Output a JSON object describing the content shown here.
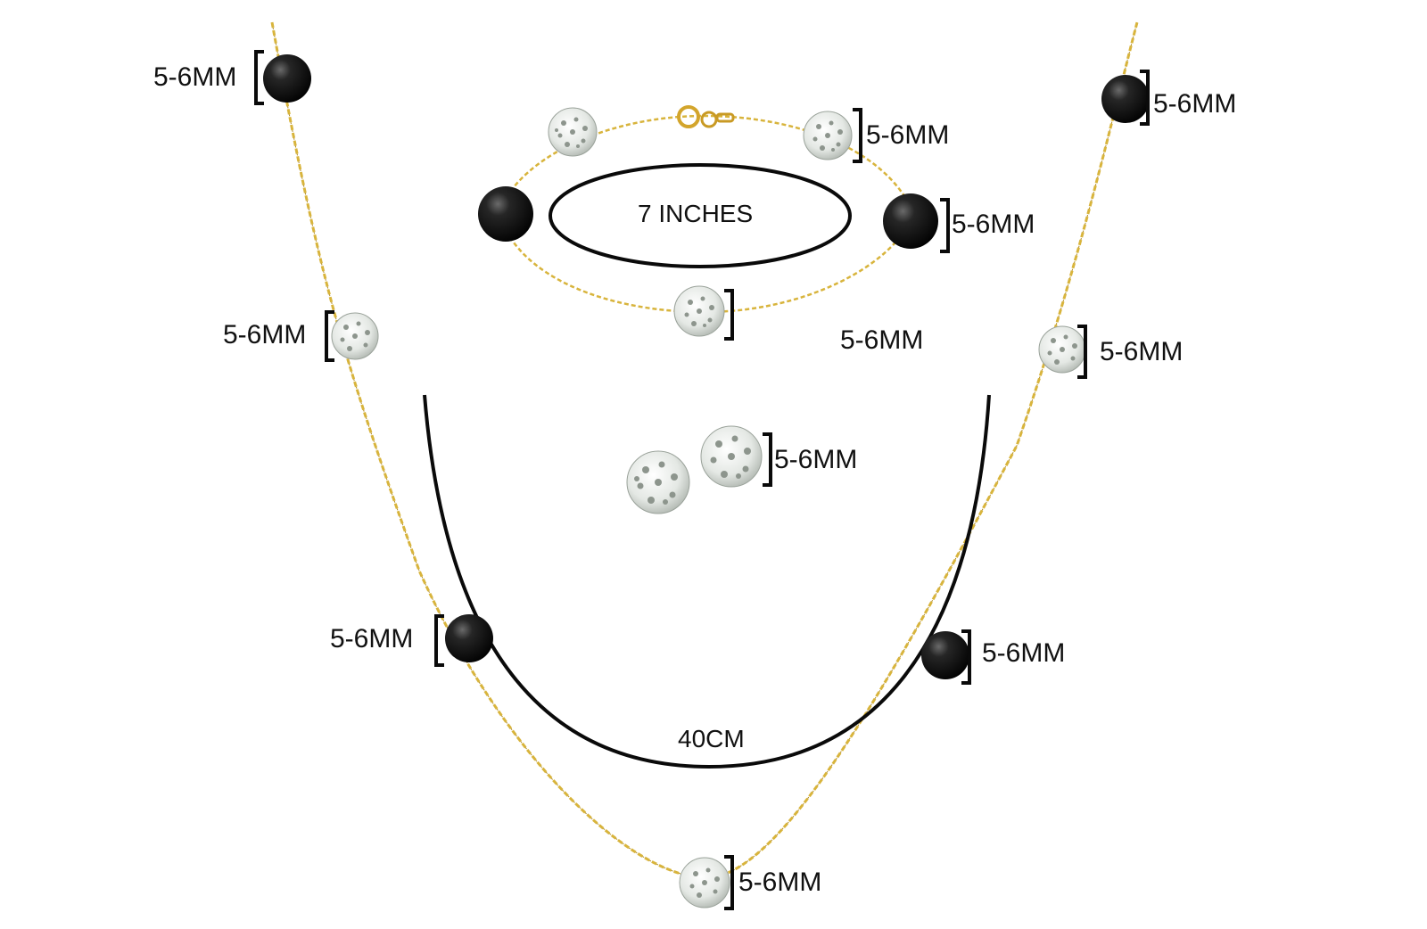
{
  "labels": {
    "size": "5-6MM",
    "bracelet_length": "7 INCHES",
    "necklace_length": "40CM"
  },
  "colors": {
    "chain_gold": "#d8b43c",
    "pearl_black": "#151515",
    "crystal_white": "#eef0ee",
    "outline": "#0a0a0a"
  },
  "icons": {
    "pearl": "black-pearl-icon",
    "crystal": "crystal-ball-icon",
    "clasp": "spring-ring-clasp-icon",
    "bracket": "measure-bracket-icon"
  }
}
